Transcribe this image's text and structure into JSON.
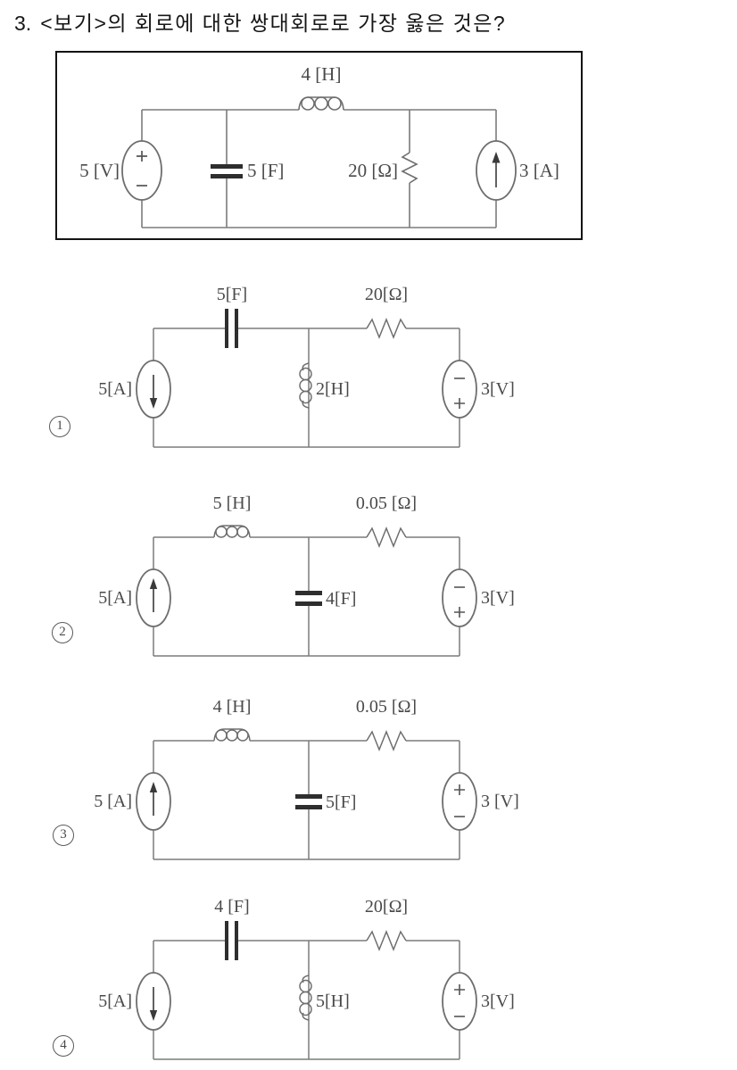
{
  "question": {
    "number": "3.",
    "text": "<보기>의 회로에 대한 쌍대회로로 가장 옳은 것은?"
  },
  "given_circuit": {
    "description": "original circuit shown in the boxed 보기",
    "voltage_source": "5 [V]",
    "voltage_polarity": "plus-top",
    "parallel_capacitor": "5 [F]",
    "series_inductor": "4 [H]",
    "parallel_resistor": "20 [Ω]",
    "current_source": "3 [A]",
    "current_arrow": "up"
  },
  "options": [
    {
      "digit": "1",
      "current_source": "5[A]",
      "current_arrow": "down",
      "series_left_type": "capacitor",
      "series_left": "5[F]",
      "shunt_type": "inductor",
      "shunt": "2[H]",
      "series_right_type": "resistor",
      "series_right": "20[Ω]",
      "voltage_source": "3[V]",
      "voltage_polarity": "minus-top"
    },
    {
      "digit": "2",
      "current_source": "5[A]",
      "current_arrow": "up",
      "series_left_type": "inductor",
      "series_left": "5 [H]",
      "shunt_type": "capacitor",
      "shunt": "4[F]",
      "series_right_type": "resistor",
      "series_right": "0.05 [Ω]",
      "voltage_source": "3[V]",
      "voltage_polarity": "minus-top"
    },
    {
      "digit": "3",
      "current_source": "5 [A]",
      "current_arrow": "up",
      "series_left_type": "inductor",
      "series_left": "4 [H]",
      "shunt_type": "capacitor",
      "shunt": "5[F]",
      "series_right_type": "resistor",
      "series_right": "0.05 [Ω]",
      "voltage_source": "3 [V]",
      "voltage_polarity": "plus-top"
    },
    {
      "digit": "4",
      "current_source": "5[A]",
      "current_arrow": "down",
      "series_left_type": "capacitor",
      "series_left": "4 [F]",
      "shunt_type": "inductor",
      "shunt": "5[H]",
      "series_right_type": "resistor",
      "series_right": "20[Ω]",
      "voltage_source": "3[V]",
      "voltage_polarity": "plus-top"
    }
  ]
}
